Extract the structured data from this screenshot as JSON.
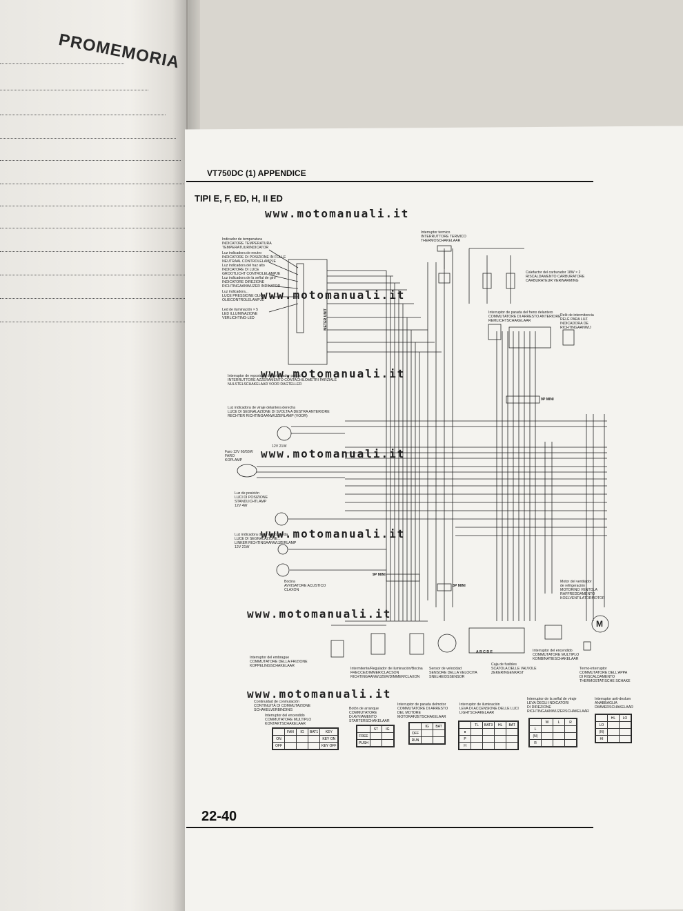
{
  "left_page": {
    "title": "PROMEMORIA"
  },
  "header": {
    "title": "VT750DC (1) APPENDICE",
    "section": "TIPI E, F, ED, H, II ED"
  },
  "page_number": "22-40",
  "watermark": "www.motomanuali.it",
  "labels": {
    "temp": "Indicador de temperatura\nINDICATORE TEMPERATURA\nTEMPERATUURINDICATOR",
    "neutral": "Luz indicadora de neutro\nINDICATORE DI POSIZIONE IN FOLLE\nNEUTRAAL CONTROLELAMPJE",
    "highbeam": "Luz indicadora del haz alto\nINDICATORE DI LUCE\nGROOTLICHT CONTROLELAMPJE",
    "turn": "Luz indicadora de la señal de giro\nINDICATORE DIREZIONE\nRICHTINGAANWIJZER INDIKATOR",
    "oil": "Luz indicadora...\nLUCE PRESSIONE OLIO\nOLIECONTROLELAMPJE",
    "illum": "Led de iluminación × 5\nLED ILLUMINAZIONE\nVERLICHTING-LED",
    "meter": "METER UNIT",
    "reset": "Interruptor de reposición del totalizador parcial\nINTERRUTTORE AZZERAMENTO CONTACHILOMETRI PARZIALE\nNULSTELSCHAKELAAR VOOR DAGTELLER",
    "front_turn": "Luz indicadora de viraje delantera derecha\nLUCE DI SEGNALAZIONE DI SVOLTA A DESTRA ANTERIORE\nRECHTER RICHTINGAANWIJZERLAMP (VOOR)",
    "bulb_21w": "12V 21W",
    "headlight": "Faro 12V 60/55W\nFARO\nKOPLAMP",
    "position": "Luz de posición\nLUCI DI POSIZIONE\nSTANDLICHTLAMP\n12V 4W",
    "left_turn": "Luz indicadora de viraje izquierda\nLUCE DI SEGNALAZIONE...\nLINKER RICHTINGAANWIJZERLAMP\n12V 21W",
    "horn": "Bocina\nAVVISATORE ACUSTICO\nCLAXON",
    "thermo": "Interruptor termico\nINTERRUTTORE TERMICO\nTHERMOSCHAKELAAR",
    "carb_heater": "Calefactor del carburador 18W × 2\nRISCALDAMENTO CARBURATORE\nCARBURATEUR VERWARMING",
    "brake_sw": "Interruptor de parada del freno delantero\nCOMMUTATORE DI ARRESTO ANTERIORE\nREMLICHTSCHAKELAAR",
    "relay": "Relé de intermitencia\nRELÉ PARA LUZ\nINDICADORA DE\nRICHTINGAANWIJ",
    "fan_motor": "Motor del ventilador\nde refrigeración\nMOTORINO VENTOLA\nRAFFREDDAMENTO\nKOELVENTILATORMOTOR",
    "clutch": "Interruptor del embrague\nCOMMUTATORE DELLA FRIZIONE\nKOPPELINGSCHAKELAAR",
    "winker": "Intermitente/Regulador de iluminación/Bocina\nFRECCE/DIMMER/CLACSON\nRICHTINGAANWIJZER/DIMMER/CLAXON",
    "speed": "Sensor de velocidad\nSENSORE DELLA VELOCITA\nSNELHEIDSSENSOR",
    "fuse": "Caja de fusibles\nSCATOLA DELLE VALVOLE\nZEKERINGENKAST",
    "ignition": "Interruptor del encendido\nCOMMUTATORE MULTIPLO\nKOMBINATIESCHAKELAAR",
    "thermostat": "Termo-interruptor\nCOMMUTATORE DELL'APPA\nDI RISCALDAMENTO\nTHERMOSTATISCHE SCHAKE",
    "mini9p": "9P MINI",
    "mini3p": "3P MINI",
    "fuse_letters": "A B C D E"
  },
  "switch_tables": [
    {
      "caption": "Continuidad de conmutación\nCONTINUITÀ DI COMMUTAZIONE\nSCHAKELVERBINDING",
      "title": "Interruptor del encendido\nCOMMUTATORE MULTIPLO\nKONTAKTSCHAKELAAR",
      "header": [
        "",
        "FAN",
        "IG",
        "BAT1",
        "KEY"
      ],
      "rows": [
        [
          "ON",
          "",
          "",
          "",
          "KEY ON"
        ],
        [
          "OFF",
          "",
          "",
          "",
          "KEY OFF"
        ]
      ]
    },
    {
      "caption": "",
      "title": "Botón de arranque\nCOMMUTATORE\nDI AVVIAMENTO\nSTARTERSCHAKELAAR",
      "header": [
        "",
        "ST",
        "IG"
      ],
      "rows": [
        [
          "FREE",
          "",
          ""
        ],
        [
          "PUSH",
          "",
          ""
        ]
      ]
    },
    {
      "caption": "",
      "title": "Interruptor de parada delmotor\nCOMMUTATORE DI ARRESTO\nDEL MOTORE\nMOTORAFZETSCHAKELAAR",
      "header": [
        "",
        "IG",
        "BAT"
      ],
      "rows": [
        [
          "OFF",
          "",
          ""
        ],
        [
          "RUN",
          "",
          ""
        ]
      ]
    },
    {
      "caption": "",
      "title": "Interruptor de iluminación\nLEVA DI ACCENSIONE DELLE LUCI\nLIGHTSCHAKELAAR",
      "header": [
        "",
        "TL",
        "BAT3",
        "HL",
        "BAT"
      ],
      "rows": [
        [
          "●",
          "",
          "",
          "",
          ""
        ],
        [
          "P",
          "",
          "",
          "",
          ""
        ],
        [
          "H",
          "",
          "",
          "",
          ""
        ]
      ]
    },
    {
      "caption": "",
      "title": "Interruptor de la señal de viraje\nLEVA DEGLI INDICATORI\nDI DIREZIONE\nRICHTINGAANWIJZERSCHAKELAAR",
      "header": [
        "",
        "W",
        "L",
        "R"
      ],
      "rows": [
        [
          "L",
          "",
          "",
          ""
        ],
        [
          "(N)",
          "",
          "",
          ""
        ],
        [
          "R",
          "",
          "",
          ""
        ]
      ]
    },
    {
      "caption": "",
      "title": "Interruptor anti-deslum\nANABBAGLIA\nDIMMERSCHAKELAAR",
      "header": [
        "",
        "HL",
        "LO"
      ],
      "rows": [
        [
          "LO",
          "",
          ""
        ],
        [
          "(N)",
          "",
          ""
        ],
        [
          "HI",
          "",
          ""
        ]
      ]
    }
  ]
}
